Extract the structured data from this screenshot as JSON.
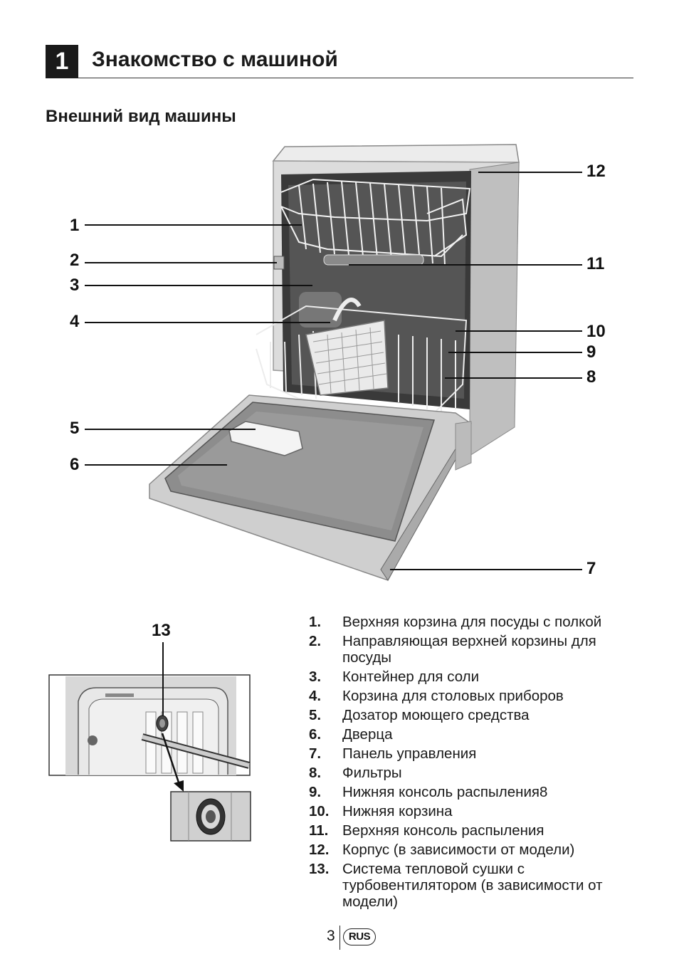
{
  "section": {
    "number": "1",
    "title": "Знакомство с машиной"
  },
  "subtitle": "Внешний вид машины",
  "callouts": {
    "c1": "1",
    "c2": "2",
    "c3": "3",
    "c4": "4",
    "c5": "5",
    "c6": "6",
    "c7": "7",
    "c8": "8",
    "c9": "9",
    "c10": "10",
    "c11": "11",
    "c12": "12",
    "c13": "13"
  },
  "legend": [
    {
      "num": "1.",
      "text": "Верхняя корзина для посуды с полкой"
    },
    {
      "num": "2.",
      "text": "Направляющая верхней корзины для посуды"
    },
    {
      "num": "3.",
      "text": "Контейнер для соли"
    },
    {
      "num": "4.",
      "text": "Корзина для столовых приборов"
    },
    {
      "num": "5.",
      "text": "Дозатор моющего средства"
    },
    {
      "num": "6.",
      "text": "Дверца"
    },
    {
      "num": "7.",
      "text": "Панель управления"
    },
    {
      "num": "8.",
      "text": "Фильтры"
    },
    {
      "num": "9.",
      "text": "Нижняя консоль распыления8"
    },
    {
      "num": "10.",
      "text": "Нижняя корзина"
    },
    {
      "num": "11.",
      "text": "Верхняя консоль распыления"
    },
    {
      "num": "12.",
      "text": "Корпус (в зависимости от модели)"
    },
    {
      "num": "13.",
      "text": "Система тепловой сушки с турбовентилятором (в зависимости от модели)"
    }
  ],
  "footer": {
    "page": "3",
    "lang": "RUS"
  }
}
